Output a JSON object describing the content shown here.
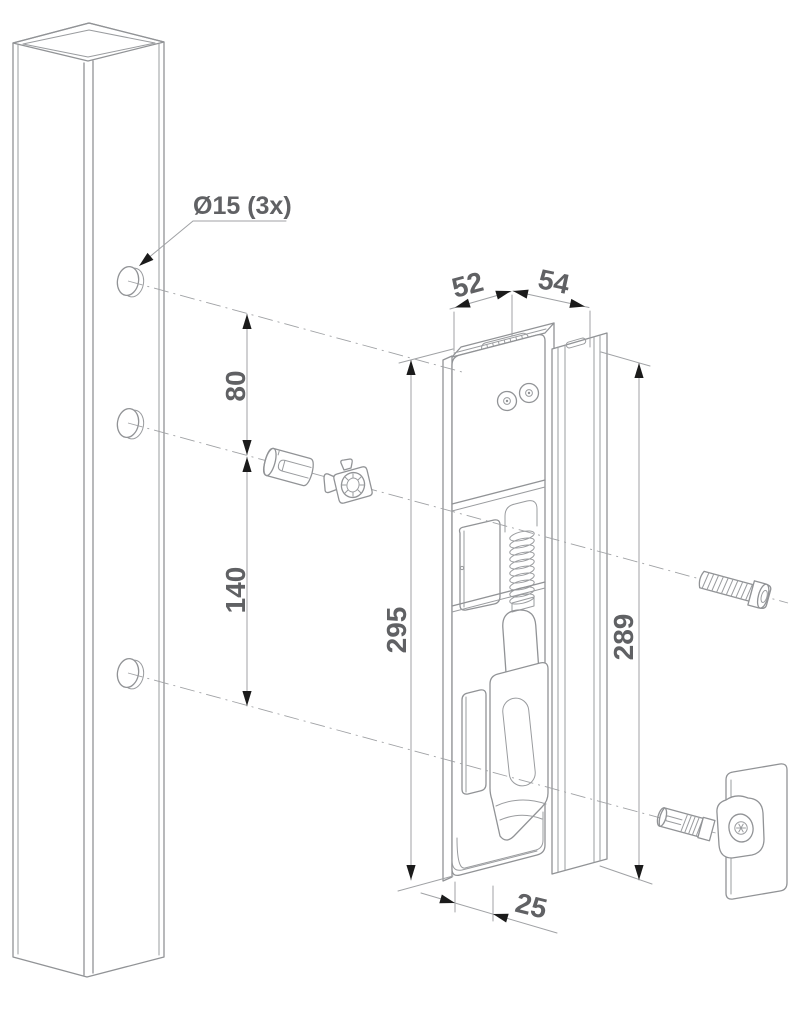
{
  "diagram": {
    "callouts": {
      "hole_diameter": "Ø15 (3x)"
    },
    "dimensions": {
      "body_width": "52",
      "profile_width": "54",
      "hole_pitch_upper": "80",
      "hole_pitch_lower": "140",
      "body_height": "295",
      "profile_height": "289",
      "body_depth": "25"
    },
    "colors": {
      "background": "#ffffff",
      "part_line": "#919396",
      "dimension_line": "#a0a2a5",
      "arrow": "#1b1b1b",
      "text": "#606164"
    },
    "parts": [
      "square-post",
      "mounting-holes",
      "surface-mounted-lock-keep",
      "gate-profile-rail",
      "fixing-screw",
      "spacer-sleeve",
      "insert-nut",
      "wall-plate-stop",
      "threaded-pin"
    ]
  }
}
